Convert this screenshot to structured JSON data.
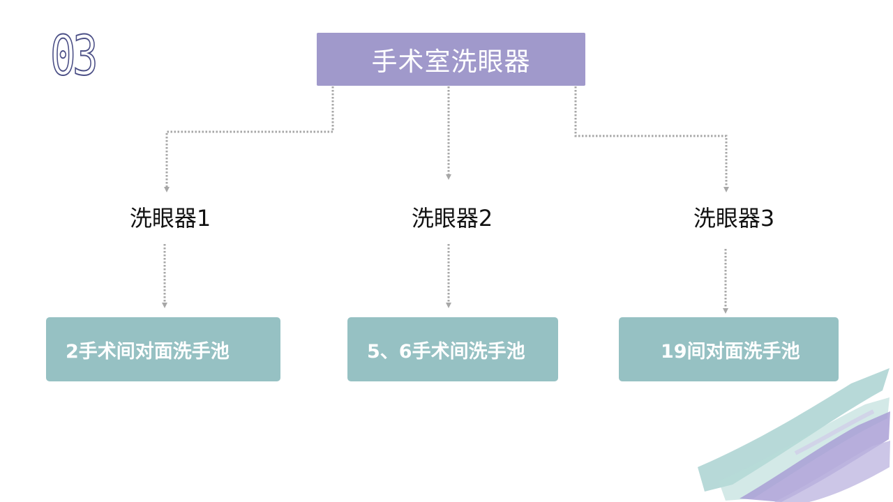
{
  "slide_number": "03",
  "title": "手术室洗眼器",
  "nodes": [
    {
      "label": "洗眼器1",
      "leaf": "2手术间对面洗手池"
    },
    {
      "label": "洗眼器2",
      "leaf": "5、6手术间洗手池"
    },
    {
      "label": "洗眼器3",
      "leaf": "19间对面洗手池"
    }
  ],
  "colors": {
    "title_box": "#a099cb",
    "leaf_box": "#96c1c3",
    "connector": "#a7a7a7",
    "number_outline": "#4b4f86",
    "brush_teal": "#8fc4c2",
    "brush_purple": "#9b8fcf"
  }
}
